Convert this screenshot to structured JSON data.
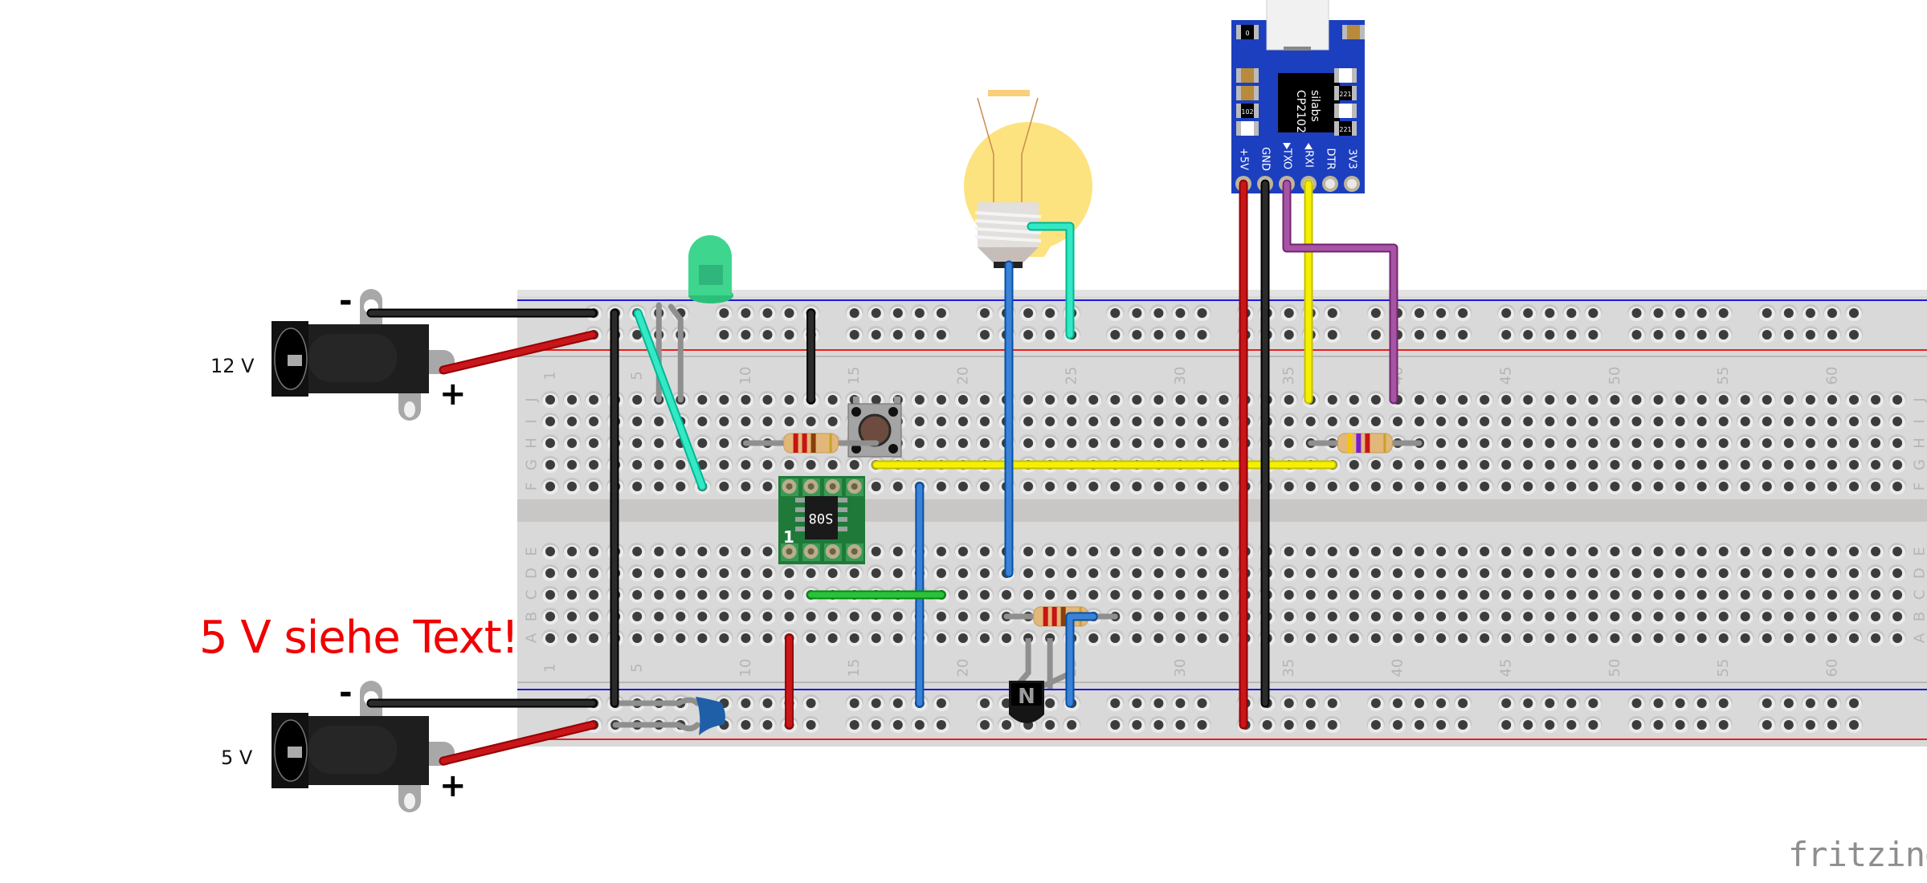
{
  "app": {
    "logo": "fritzing"
  },
  "annotation": {
    "warning_text": "5 V siehe Text!"
  },
  "power_jacks": [
    {
      "id": "jack-12v",
      "voltage_label": "12 V",
      "minus_label": "-",
      "plus_label": "+"
    },
    {
      "id": "jack-5v",
      "voltage_label": "5 V",
      "minus_label": "-",
      "plus_label": "+"
    }
  ],
  "breadboard": {
    "columns": 63,
    "row_labels_top": [
      "J",
      "I",
      "H",
      "G",
      "F"
    ],
    "row_labels_bottom": [
      "E",
      "D",
      "C",
      "B",
      "A"
    ],
    "column_number_labels": [
      "1",
      "5",
      "10",
      "15",
      "20",
      "25",
      "30",
      "35",
      "40",
      "45",
      "50",
      "55",
      "60"
    ],
    "colors": {
      "body": "#d9d9d9",
      "trench": "#c9c7c5",
      "hole": "#3c3c3c",
      "rail_plus": "#ee1c1c",
      "rail_minus": "#1c1cdd"
    }
  },
  "usb_module": {
    "chip_brand": "silabs",
    "chip_model": "CP2102",
    "pins": [
      "+5V",
      "GND",
      "TXO",
      "RXI",
      "DTR",
      "3V3"
    ],
    "smd_labels": [
      "0",
      "102",
      "221",
      "221"
    ],
    "board_color": "#1c3fbf"
  },
  "ic_module": {
    "chip_label": "S08",
    "pin1_label": "1",
    "board_color": "#1f7a3a"
  },
  "transistor": {
    "type_label": "N"
  },
  "components": {
    "led": {
      "color": "#3ed68f"
    },
    "bulb": {
      "color": "#fde37f"
    },
    "capacitor": {
      "color": "#1f5fa8"
    },
    "pushbutton": {
      "cap_color": "#6e4b3f"
    },
    "resistors": [
      {
        "bands": [
          "#c91414",
          "#c91414",
          "#8a3e0a",
          "#c9a227"
        ]
      },
      {
        "bands": [
          "#c91414",
          "#c91414",
          "#8a3e0a",
          "#c9a227"
        ]
      },
      {
        "bands": [
          "#f7c600",
          "#7a1bd1",
          "#c91414",
          "#c9a227"
        ]
      }
    ]
  },
  "wire_colors": {
    "black": "#2b2b2b",
    "red": "#c8161b",
    "blue": "#3a82d6",
    "cyan": "#33e8c4",
    "yellow": "#f5f000",
    "green": "#2bc13c",
    "purple": "#a655a4"
  }
}
